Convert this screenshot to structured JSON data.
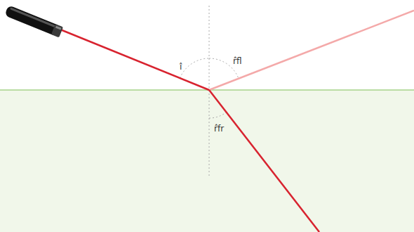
{
  "diagram": {
    "labels": [
      "î",
      "r̂fl",
      "r̂fr"
    ]
  }
}
